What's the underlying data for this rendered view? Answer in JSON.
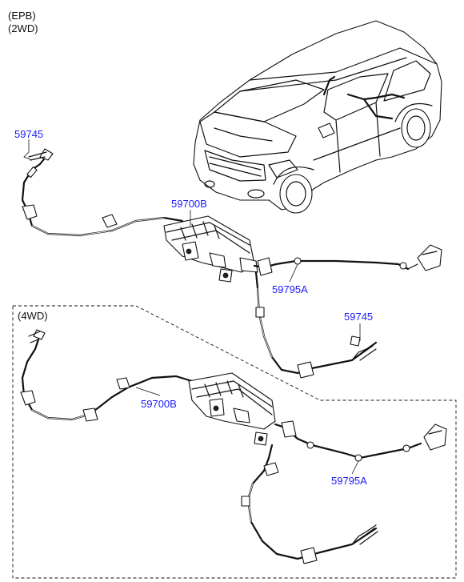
{
  "header": {
    "line1": "(EPB)",
    "line2": "(2WD)"
  },
  "section_4wd": {
    "label": "(4WD)"
  },
  "parts": [
    {
      "id": "top_59745",
      "code": "59745"
    },
    {
      "id": "top_59700B",
      "code": "59700B"
    },
    {
      "id": "top_59795A",
      "code": "59795A"
    },
    {
      "id": "bot_59745",
      "code": "59745"
    },
    {
      "id": "bot_59700B",
      "code": "59700B"
    },
    {
      "id": "bot_59795A",
      "code": "59795A"
    }
  ],
  "colors": {
    "part_label": "#1a1aff",
    "line": "#111111",
    "background": "#ffffff"
  },
  "icons": [
    "suv-vehicle-icon",
    "epb-actuator-icon",
    "parking-brake-cable-icon",
    "wheel-speed-connector-icon"
  ]
}
